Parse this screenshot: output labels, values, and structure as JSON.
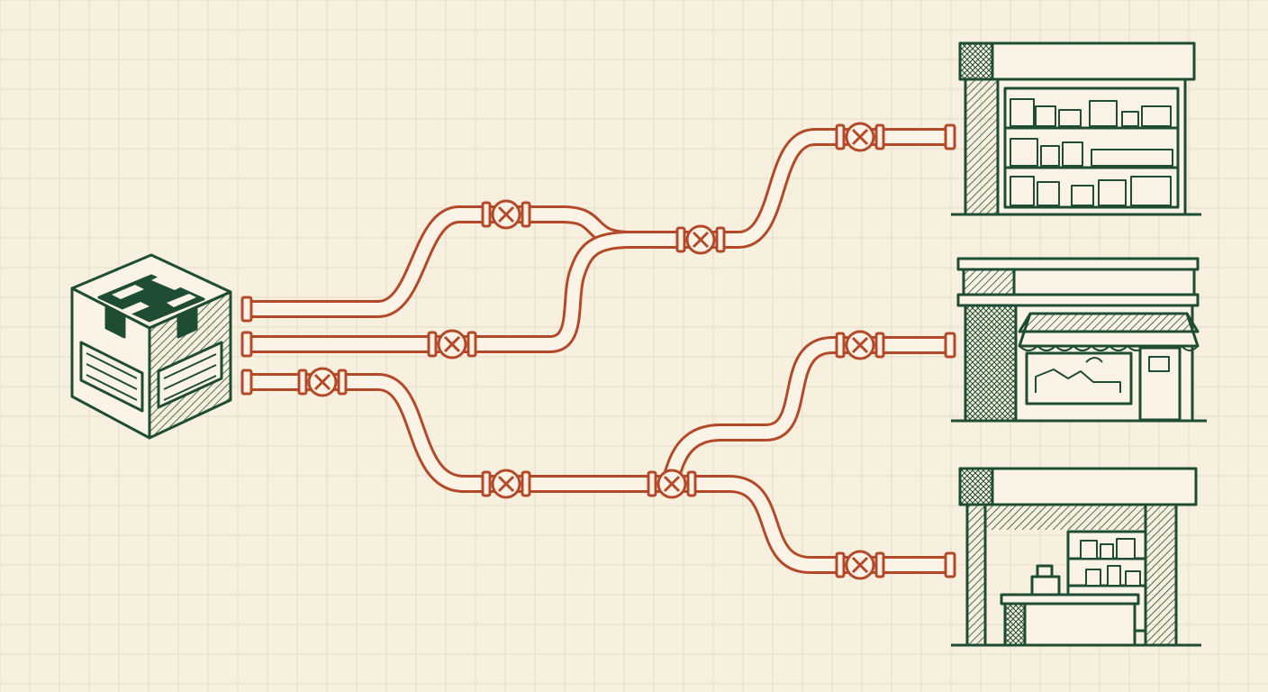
{
  "colors": {
    "background": "#f7f0df",
    "grid": "#e3dcc9",
    "ink": "#1f4d33",
    "pipe": "#b4492a",
    "pipe_fill": "#fbf4e6"
  },
  "source": {
    "icon": "distribution-crate-icon"
  },
  "pipes": [
    {
      "id": "pipe-top-to-store-1",
      "valves": 3
    },
    {
      "id": "pipe-middle-merge",
      "valves": 1
    },
    {
      "id": "pipe-bottom-split",
      "valves": 4
    }
  ],
  "destinations": [
    {
      "id": "store-1",
      "icon": "warehouse-shelf-store-icon"
    },
    {
      "id": "store-2",
      "icon": "awning-shop-front-icon"
    },
    {
      "id": "store-3",
      "icon": "checkout-counter-store-icon"
    }
  ]
}
